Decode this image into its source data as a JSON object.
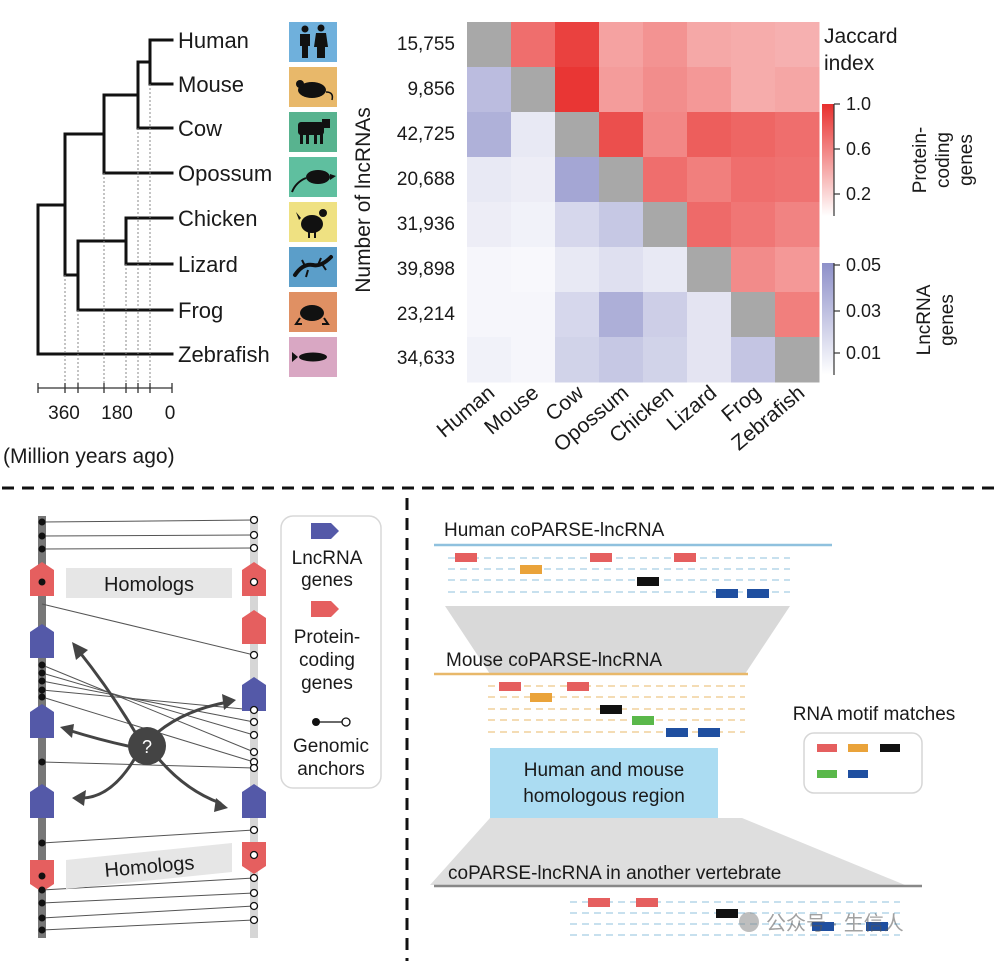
{
  "top": {
    "species": [
      "Human",
      "Mouse",
      "Cow",
      "Opossum",
      "Chicken",
      "Lizard",
      "Frog",
      "Zebrafish"
    ],
    "lnc_counts": [
      "15,755",
      "9,856",
      "42,725",
      "20,688",
      "31,936",
      "39,898",
      "23,214",
      "34,633"
    ],
    "y_axis_label": "Number of lncRNAs",
    "time_ticks": [
      "360",
      "180",
      "0"
    ],
    "time_label": "(Million years ago)",
    "jaccard_title_line1": "Jaccard",
    "jaccard_title_line2": "index",
    "protein_scale": {
      "label_lines": [
        "Protein-",
        "coding",
        "genes"
      ],
      "ticks": [
        "1.0",
        "0.6",
        "0.2"
      ]
    },
    "lnc_scale": {
      "label_lines": [
        "LncRNA",
        "genes"
      ],
      "ticks": [
        "0.05",
        "0.03",
        "0.01"
      ]
    },
    "icon_colors": [
      "#6fb0dc",
      "#e8b86a",
      "#58b38f",
      "#5fbf9f",
      "#efe182",
      "#5b9ec9",
      "#e09063",
      "#d9a7c3"
    ],
    "heatmap_upper_protein": [
      [
        null,
        0.7,
        0.92,
        0.45,
        0.52,
        0.42,
        0.4,
        0.38
      ],
      [
        null,
        null,
        0.97,
        0.48,
        0.55,
        0.5,
        0.4,
        0.43
      ],
      [
        null,
        null,
        null,
        0.85,
        0.58,
        0.78,
        0.74,
        0.7
      ],
      [
        null,
        null,
        null,
        null,
        0.7,
        0.62,
        0.7,
        0.68
      ],
      [
        null,
        null,
        null,
        null,
        null,
        0.72,
        0.66,
        0.6
      ],
      [
        null,
        null,
        null,
        null,
        null,
        null,
        0.56,
        0.5
      ],
      [
        null,
        null,
        null,
        null,
        null,
        null,
        null,
        0.62
      ],
      [
        null,
        null,
        null,
        null,
        null,
        null,
        null,
        null
      ]
    ],
    "heatmap_lower_lnc": [
      [
        null,
        null,
        null,
        null,
        null,
        null,
        null,
        null
      ],
      [
        0.03,
        null,
        null,
        null,
        null,
        null,
        null,
        null
      ],
      [
        0.035,
        0.01,
        null,
        null,
        null,
        null,
        null,
        null
      ],
      [
        0.01,
        0.008,
        0.04,
        null,
        null,
        null,
        null,
        null
      ],
      [
        0.008,
        0.006,
        0.018,
        0.025,
        null,
        null,
        null,
        null
      ],
      [
        0.004,
        0.003,
        0.01,
        0.014,
        0.01,
        null,
        null,
        null
      ],
      [
        0.004,
        0.004,
        0.018,
        0.036,
        0.022,
        0.012,
        null,
        null
      ],
      [
        0.006,
        0.004,
        0.02,
        0.025,
        0.02,
        0.012,
        0.026,
        null
      ]
    ]
  },
  "bottom_left": {
    "homologs_top": "Homologs",
    "homologs_bottom": "Homologs",
    "question": "?",
    "legend_lnc_lines": [
      "LncRNA",
      "genes"
    ],
    "legend_protein_lines": [
      "Protein-",
      "coding",
      "genes"
    ],
    "legend_anchor_lines": [
      "Genomic",
      "anchors"
    ],
    "colors": {
      "lnc": "#5459a8",
      "protein": "#e55f5f"
    }
  },
  "bottom_right": {
    "human_title": "Human coPARSE-lncRNA",
    "mouse_title": "Mouse coPARSE-lncRNA",
    "other_title": "coPARSE-lncRNA in another vertebrate",
    "homologous_region_lines": [
      "Human and mouse",
      "homologous region"
    ],
    "motif_title": "RNA motif matches",
    "motif_colors": [
      "#e55f5f",
      "#eaa33a",
      "#111111",
      "#5ab84a",
      "#1f4fa0"
    ],
    "human_line_color": "#8fc1de",
    "mouse_line_color": "#e8b86a",
    "other_line_color": "#888888"
  },
  "watermark": "公众号 · 生信人"
}
